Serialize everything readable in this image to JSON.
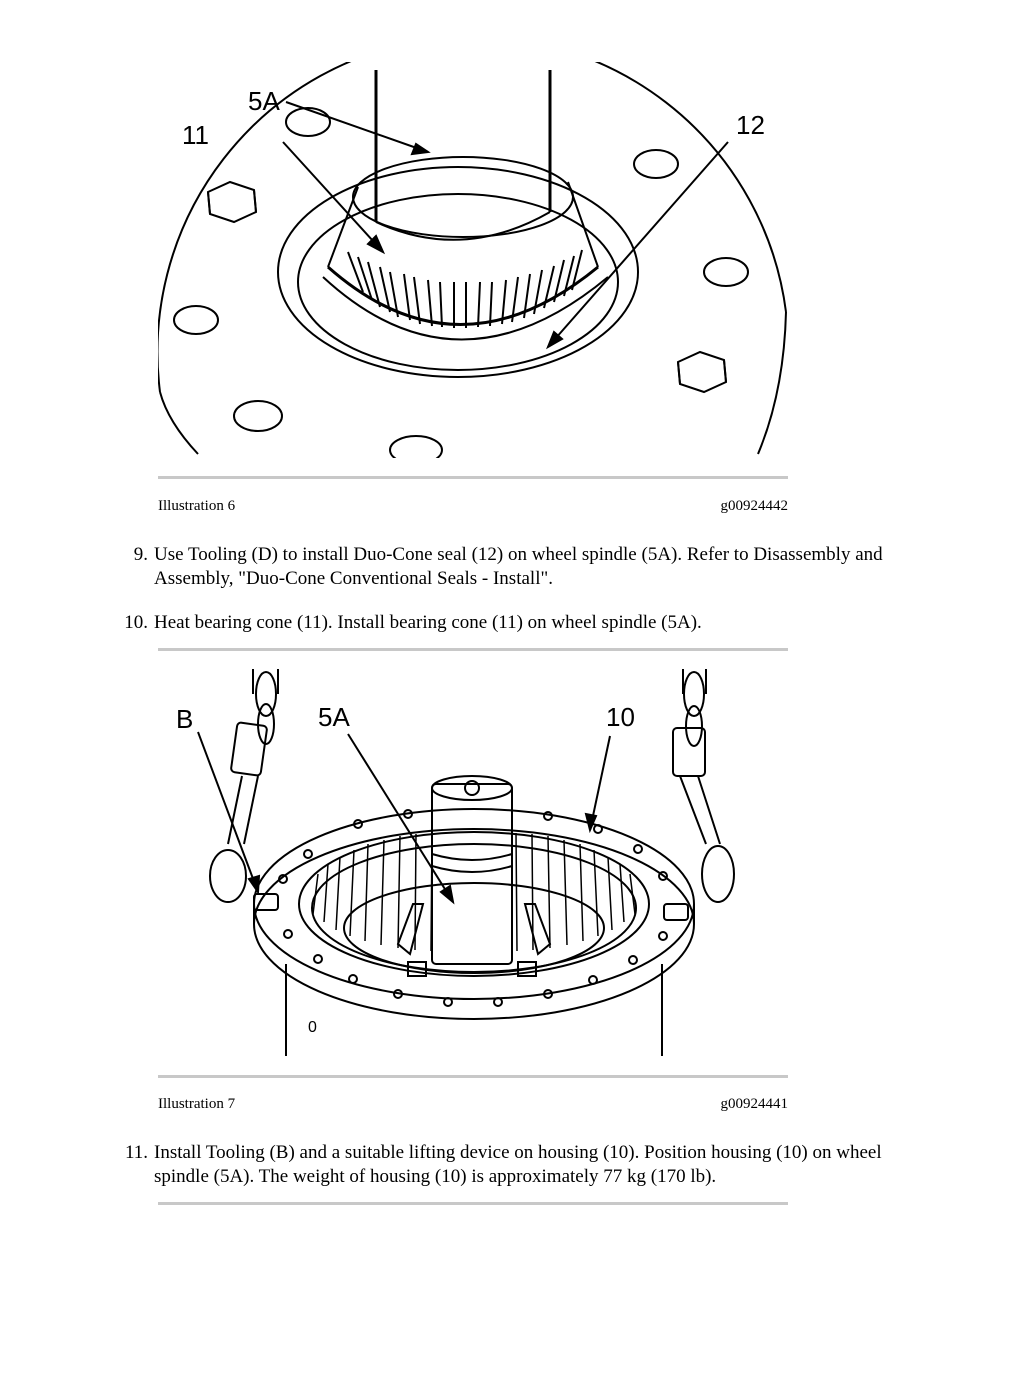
{
  "illustration6": {
    "label": "Illustration 6",
    "code": "g00924442",
    "callouts": {
      "c1": "5A",
      "c2": "11",
      "c3": "12"
    }
  },
  "steps": [
    {
      "number": "9.",
      "text": "Use Tooling (D) to install Duo-Cone seal (12) on wheel spindle (5A). Refer to Disassembly and Assembly, \"Duo-Cone Conventional Seals - Install\"."
    },
    {
      "number": "10.",
      "text": "Heat bearing cone (11). Install bearing cone (11) on wheel spindle (5A)."
    },
    {
      "number": "11.",
      "text": "Install Tooling (B) and a suitable lifting device on housing (10). Position housing (10) on wheel spindle (5A). The weight of housing (10) is approximately 77 kg (170 lb)."
    }
  ],
  "illustration7": {
    "label": "Illustration 7",
    "code": "g00924441",
    "callouts": {
      "c1": "B",
      "c2": "5A",
      "c3": "10"
    }
  }
}
